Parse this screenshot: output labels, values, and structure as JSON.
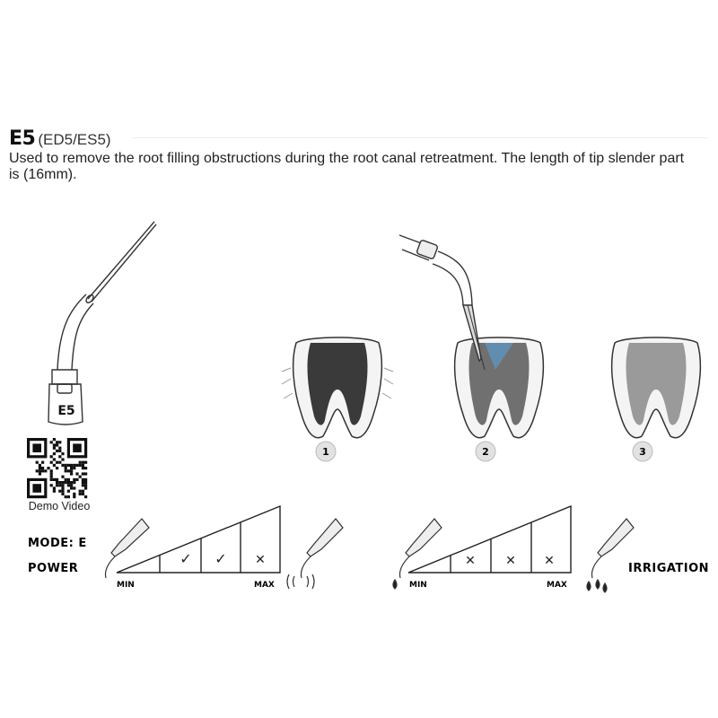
{
  "header": {
    "code": "E5",
    "alt_codes": "(ED5/ES5)",
    "description": "Used to remove the root filling obstructions during the root canal retreatment. The length of tip slender part is (16mm)."
  },
  "tip": {
    "label": "E5"
  },
  "qr": {
    "label": "Demo Video"
  },
  "steps": [
    "1",
    "2",
    "3"
  ],
  "settings": {
    "mode_label": "MODE: E",
    "power_label": "POWER",
    "irrigation_label": "IRRIGATION",
    "power_scale": {
      "min": "MIN",
      "max": "MAX",
      "marks": [
        "✓",
        "✓",
        "✕"
      ]
    },
    "irrigation_scale": {
      "min": "MIN",
      "max": "MAX",
      "marks": [
        "✕",
        "✕",
        "✕"
      ]
    }
  },
  "colors": {
    "text": "#222222",
    "canal_dark": "#3a3a3a",
    "canal_mid": "#707070",
    "outline": "#333333"
  }
}
